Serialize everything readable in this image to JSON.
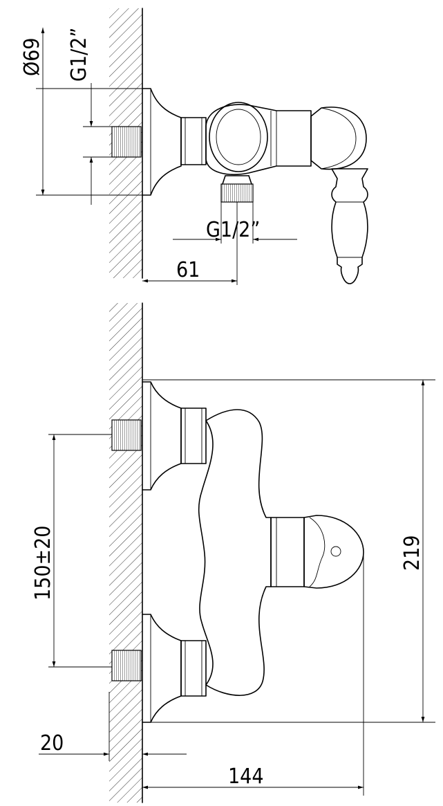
{
  "drawing": {
    "top_view": {
      "flange_diameter": "Ø69",
      "inlet_thread": "G1/2”",
      "outlet_thread": "G1/2”",
      "outlet_offset": "61"
    },
    "front_view": {
      "inlet_spacing": "150±20",
      "height": "219",
      "projection": "144",
      "wall_depth": "20"
    }
  }
}
